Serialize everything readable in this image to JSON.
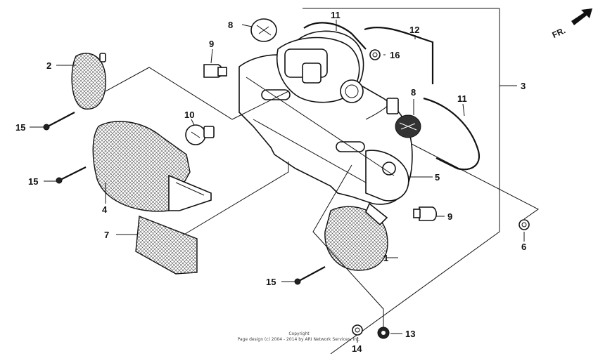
{
  "callouts": {
    "c1": "1",
    "c2": "2",
    "c3": "3",
    "c4": "4",
    "c5": "5",
    "c6": "6",
    "c7": "7",
    "c8a": "8",
    "c8b": "8",
    "c9a": "9",
    "c9b": "9",
    "c10": "10",
    "c11a": "11",
    "c11b": "11",
    "c12": "12",
    "c13": "13",
    "c14": "14",
    "c15a": "15",
    "c15b": "15",
    "c15c": "15",
    "c16": "16"
  },
  "direction": {
    "label": "FR."
  },
  "copyright": {
    "line1": "Copyright",
    "line2": "Page design (c) 2004 - 2014 by ARI Network Services, Inc."
  }
}
